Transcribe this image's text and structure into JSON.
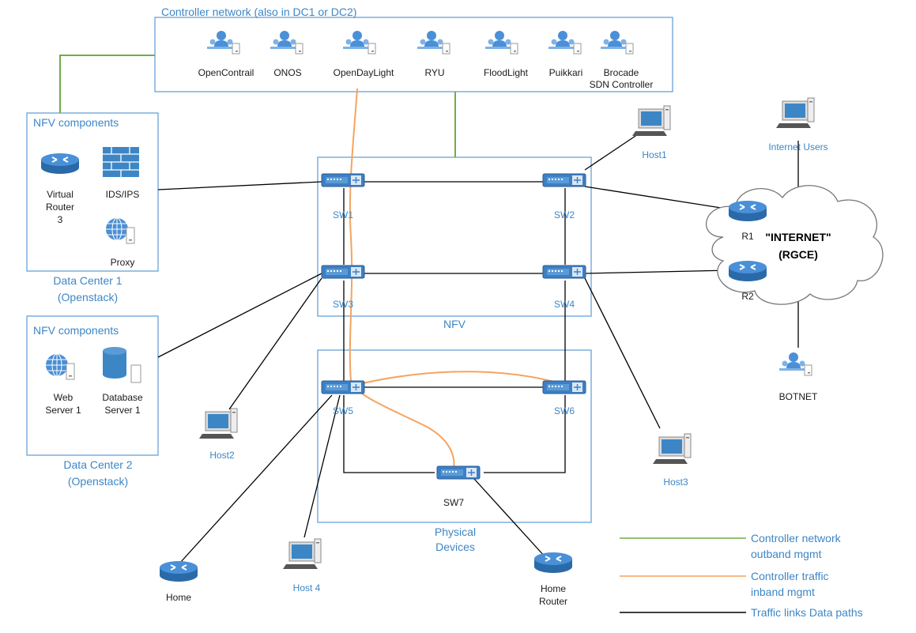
{
  "controller_network": {
    "title": "Controller network (also in DC1 or DC2)",
    "controllers": [
      "OpenContrail",
      "ONOS",
      "OpenDayLight",
      "RYU",
      "FloodLight",
      "Puikkari",
      "Brocade",
      "SDN Controller"
    ]
  },
  "dc1": {
    "title": "NFV components",
    "virtual_router": [
      "Virtual",
      "Router",
      "3"
    ],
    "ids": "IDS/IPS",
    "proxy": "Proxy",
    "caption": [
      "Data Center 1",
      "(Openstack)"
    ]
  },
  "dc2": {
    "title": "NFV components",
    "web": [
      "Web",
      "Server 1"
    ],
    "db": [
      "Database",
      "Server 1"
    ],
    "caption": [
      "Data Center 2",
      "(Openstack)"
    ]
  },
  "switches": {
    "sw1": "SW1",
    "sw2": "SW2",
    "sw3": "SW3",
    "sw4": "SW4",
    "sw5": "SW5",
    "sw6": "SW6",
    "sw7": "SW7"
  },
  "boxes": {
    "nfv": "NFV",
    "physical": [
      "Physical",
      "Devices"
    ]
  },
  "hosts": {
    "host1": "Host1",
    "host2": "Host2",
    "host3": "Host3",
    "host4": "Host 4"
  },
  "internet": {
    "users": "Internet Users",
    "cloud": [
      "\"INTERNET\"",
      "(RGCE)"
    ],
    "r1": "R1",
    "r2": "R2",
    "botnet": "BOTNET"
  },
  "home": {
    "home1": "Home",
    "home2": [
      "Home",
      "Router"
    ]
  },
  "legend": [
    {
      "label": [
        "Controller network",
        "outband mgmt"
      ],
      "color": "#70ad47"
    },
    {
      "label": [
        "Controller traffic",
        "inband mgmt"
      ],
      "color": "#f4a460"
    },
    {
      "label": [
        "Traffic links Data paths"
      ],
      "color": "#000000"
    }
  ],
  "colors": {
    "accent": "#3d86c6",
    "green": "#70ad47",
    "orange": "#f4a460"
  }
}
